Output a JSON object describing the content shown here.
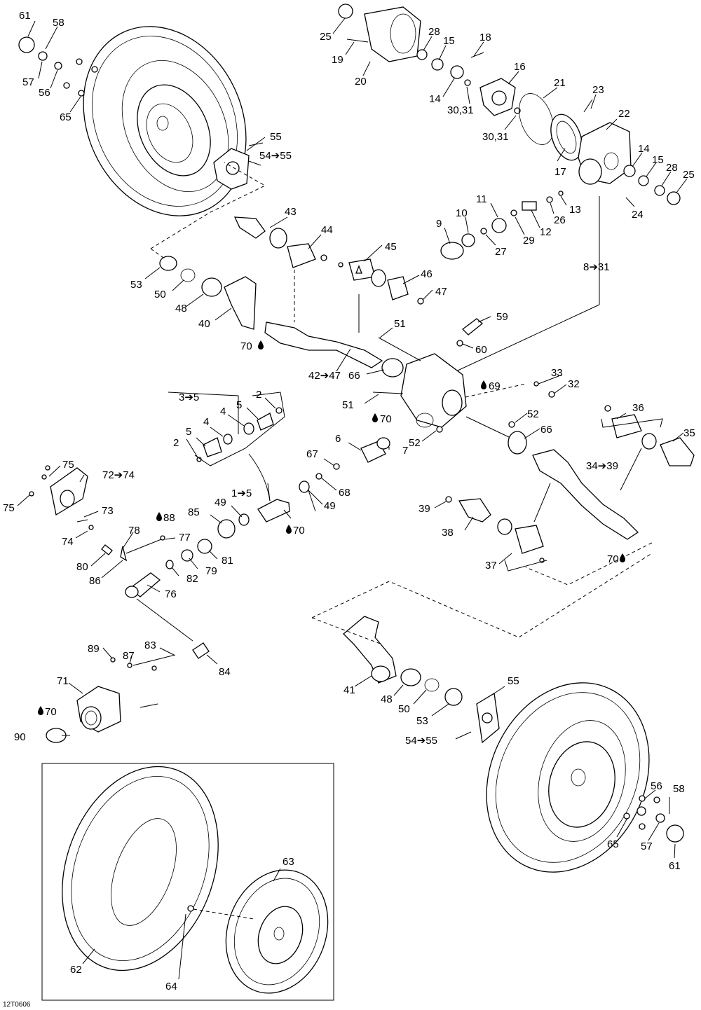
{
  "diagram_code": "12T0606",
  "oil_mark": "70",
  "callouts": {
    "c61a": "61",
    "c58a": "58",
    "c57a": "57",
    "c56a": "56",
    "c65a": "65",
    "c55a": "55",
    "c54a": "54➔55",
    "c25a": "25",
    "c19": "19",
    "c20": "20",
    "c28a": "28",
    "c15a": "15",
    "c18": "18",
    "c16": "16",
    "c14a": "14",
    "c3031a": "30,31",
    "c21": "21",
    "c3031b": "30,31",
    "c23": "23",
    "c22": "22",
    "c17": "17",
    "c14b": "14",
    "c15b": "15",
    "c28b": "28",
    "c25b": "25",
    "c24": "24",
    "c11": "11",
    "c9": "9",
    "c10": "10",
    "c27": "27",
    "c29": "29",
    "c12": "12",
    "c26": "26",
    "c13": "13",
    "c8": "8➔31",
    "c43": "43",
    "c44": "44",
    "c45": "45",
    "c46": "46",
    "c47": "47",
    "c53a": "53",
    "c50a": "50",
    "c48a": "48",
    "c40": "40",
    "c70a": "70",
    "c42": "42➔47",
    "c51a": "51",
    "c59": "59",
    "c60": "60",
    "c66a": "66",
    "c69": "69",
    "c33": "33",
    "c32": "32",
    "c51b": "51",
    "c52a": "52",
    "c70b": "70",
    "c52b": "52",
    "c66b": "66",
    "c3_5": "3➔5",
    "c2a": "2",
    "c5a": "5",
    "c4a": "4",
    "c5b": "5",
    "c4b": "4",
    "c2b": "2",
    "c6": "6",
    "c7": "7",
    "c67": "67",
    "c68": "68",
    "c15_5": "1➔5",
    "c49a": "49",
    "c49b": "49",
    "c85": "85",
    "c70c": "70",
    "c75a": "75",
    "c72": "72➔74",
    "c75b": "75",
    "c73": "73",
    "c74": "74",
    "c78": "78",
    "c88": "88",
    "c77": "77",
    "c80": "80",
    "c86": "86",
    "c82": "82",
    "c79": "79",
    "c81": "81",
    "c76": "76",
    "c36": "36",
    "c35": "35",
    "c34": "34➔39",
    "c39": "39",
    "c38": "38",
    "c37": "37",
    "c70d": "70",
    "c89": "89",
    "c87": "87",
    "c83": "83",
    "c84": "84",
    "c71": "71",
    "c70e": "70",
    "c90": "90",
    "c41": "41",
    "c48b": "48",
    "c50b": "50",
    "c53b": "53",
    "c55b": "55",
    "c54b": "54➔55",
    "c56b": "56",
    "c58b": "58",
    "c65b": "65",
    "c57b": "57",
    "c61b": "61",
    "c62": "62",
    "c63": "63",
    "c64": "64"
  }
}
